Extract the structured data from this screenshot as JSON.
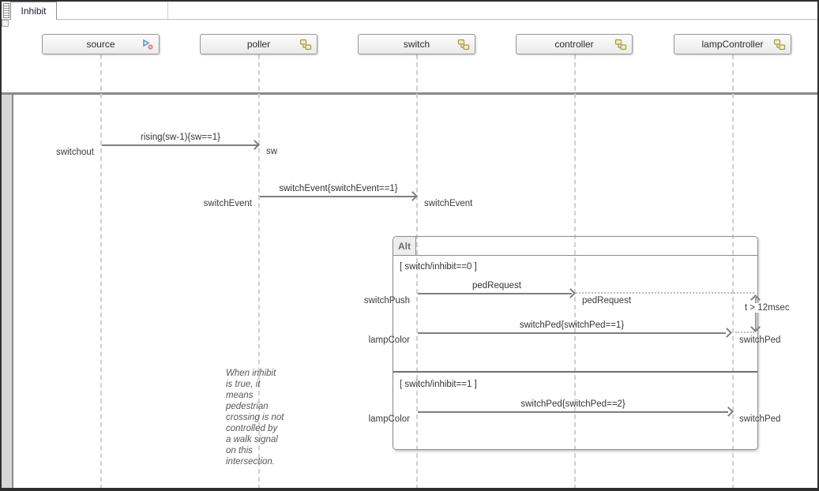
{
  "window": {
    "tab_label": "Inhibit"
  },
  "lifelines": [
    {
      "name": "source"
    },
    {
      "name": "poller"
    },
    {
      "name": "switch"
    },
    {
      "name": "controller"
    },
    {
      "name": "lampController"
    }
  ],
  "messages": [
    {
      "label": "rising(sw-1){sw==1}",
      "sender_event": "switchout",
      "receiver_event": "sw"
    },
    {
      "label": "switchEvent{switchEvent==1}",
      "sender_event": "switchEvent",
      "receiver_event": "switchEvent"
    },
    {
      "label": "pedRequest",
      "sender_event": "switchPush",
      "receiver_event": "pedRequest"
    },
    {
      "label": "switchPed{switchPed==1}",
      "sender_event": "lampColor",
      "receiver_event": "switchPed"
    },
    {
      "label": "switchPed{switchPed==2}",
      "sender_event": "lampColor",
      "receiver_event": "switchPed"
    }
  ],
  "alt": {
    "operator": "Alt",
    "guard_inhibit_0": "[ switch/inhibit==0 ]",
    "guard_inhibit_1": "[ switch/inhibit==1 ]"
  },
  "duration": {
    "label": "t > 12msec"
  },
  "annotation": {
    "text": "When inhibit\nis true, it\nmeans\npedestrian\ncrossing is not\ncontrolled by\na walk signal\non this\nintersection."
  },
  "colors": {
    "message_gray": "#7f7f7f",
    "lifeline_dash": "#cfcfcf",
    "source_icon_blue": "#4a90c4",
    "source_icon_red": "#d86a6a",
    "subsystem_yellow_stroke": "#a8963c",
    "subsystem_yellow_fill": "#f4ecc9"
  }
}
